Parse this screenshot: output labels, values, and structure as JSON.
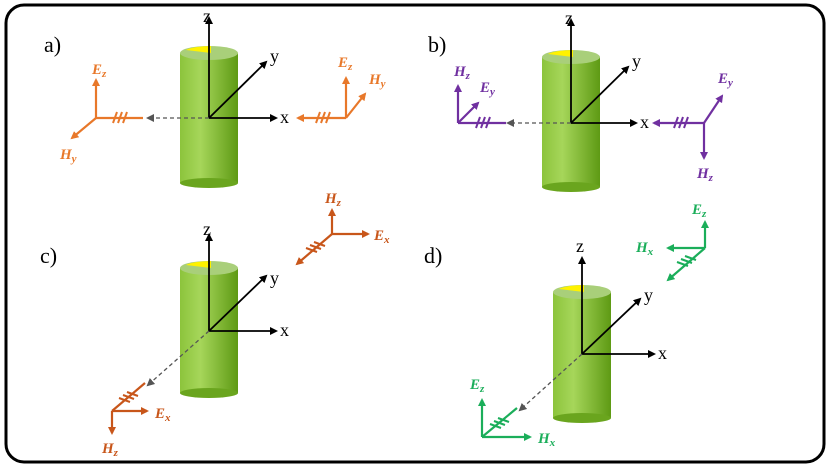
{
  "colors": {
    "orange": "#E8782A",
    "rust": "#C8561A",
    "purple": "#7030A0",
    "green": "#1BAE5A",
    "cyl_light": "#A6D65A",
    "cyl_dark": "#5E9A14",
    "cyl_top": "#A9CF7A",
    "cyl_cap": "#FFF200",
    "frame": "#000000"
  },
  "panels": [
    {
      "label": "a)",
      "axes": {
        "x": "x",
        "y": "y",
        "z": "z"
      },
      "fields": [
        {
          "E": "E",
          "E_sub": "z",
          "H": "H",
          "H_sub": "y"
        },
        {
          "E": "E",
          "E_sub": "z",
          "H": "H",
          "H_sub": "y"
        }
      ]
    },
    {
      "label": "b)",
      "axes": {
        "x": "x",
        "y": "y",
        "z": "z"
      },
      "fields": [
        {
          "E": "E",
          "E_sub": "y",
          "H": "H",
          "H_sub": "z"
        },
        {
          "E": "E",
          "E_sub": "y",
          "H": "H",
          "H_sub": "z"
        }
      ]
    },
    {
      "label": "c)",
      "axes": {
        "x": "x",
        "y": "y",
        "z": "z"
      },
      "fields": [
        {
          "E": "E",
          "E_sub": "x",
          "H": "H",
          "H_sub": "z"
        },
        {
          "E": "E",
          "E_sub": "x",
          "H": "H",
          "H_sub": "z"
        }
      ]
    },
    {
      "label": "d)",
      "axes": {
        "x": "x",
        "y": "y",
        "z": "z"
      },
      "fields": [
        {
          "E": "E",
          "E_sub": "z",
          "H": "H",
          "H_sub": "x"
        },
        {
          "E": "E",
          "E_sub": "z",
          "H": "H",
          "H_sub": "x"
        }
      ]
    }
  ]
}
